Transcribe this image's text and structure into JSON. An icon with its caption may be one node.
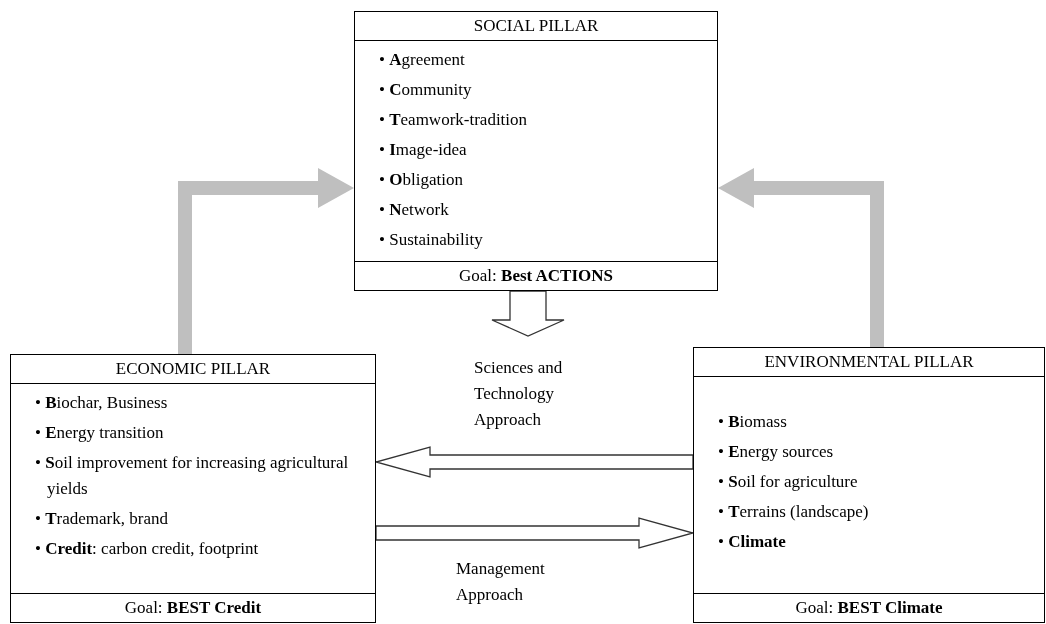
{
  "diagram": {
    "nodes": [
      {
        "text": [
          "SOCIAL PILLAR",
          "• **A**greement",
          "• **C**ommunity",
          "• **T**eamwork-tradition",
          "• **I**mage-idea",
          "• **O**bligation",
          "• **N**etwork",
          "• Sustainability",
          "Goal: **Best ACTIONS**"
        ]
      },
      {
        "text": [
          "ECONOMIC PILLAR",
          "• **B**iochar, Business",
          "• **E**nergy transition",
          "• **S**oil improvement for increasing agricultural yields",
          "• **T**rademark, brand",
          "• **Credit**: carbon credit, footprint",
          "Goal: **BEST Credit**"
        ]
      },
      {
        "text": [
          "ENVIRONMENTAL PILLAR",
          "• **B**iomass",
          "• **E**nergy sources",
          "• **S**oil for agriculture",
          "• **T**errains (landscape)",
          "• **Climate**",
          "Goal: **BEST Climate**"
        ]
      }
    ],
    "edges": [
      {
        "from": 1,
        "to": 0,
        "arrow": "to",
        "style": "thick",
        "color": "#bfbfbf"
      },
      {
        "from": 2,
        "to": 0,
        "arrow": "to",
        "style": "thick",
        "color": "#bfbfbf"
      },
      {
        "from": 2,
        "to": 1,
        "arrow": "to",
        "label": "Sciences and Technology Approach"
      },
      {
        "from": 1,
        "to": 2,
        "arrow": "to",
        "label": "Management Approach"
      },
      {
        "from": 0,
        "to": null,
        "arrow": "to"
      }
    ]
  }
}
